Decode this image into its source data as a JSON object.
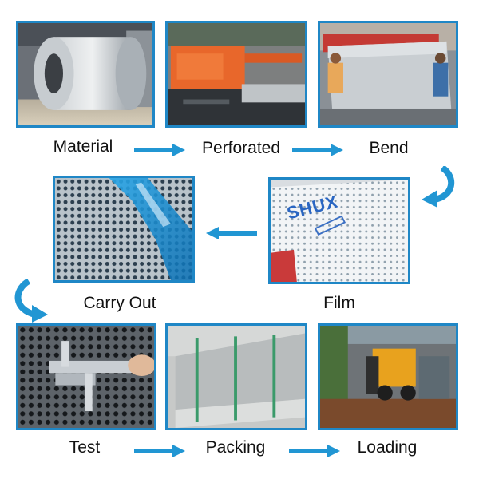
{
  "steps": [
    {
      "label": "Material"
    },
    {
      "label": "Perforated"
    },
    {
      "label": "Bend"
    },
    {
      "label": "Film"
    },
    {
      "label": "Carry Out"
    },
    {
      "label": "Test"
    },
    {
      "label": "Packing"
    },
    {
      "label": "Loading"
    }
  ],
  "film_sheet_text": "SHUX",
  "colors": {
    "frame": "#1f87c6",
    "arrow": "#2196d3",
    "text": "#111111"
  }
}
